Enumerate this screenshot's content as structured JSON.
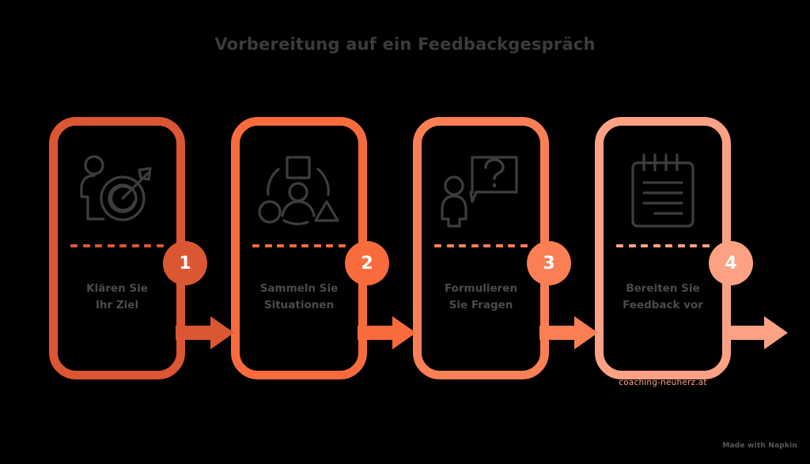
{
  "title": "Vorbereitung auf ein Feedbackgespräch",
  "colors": {
    "background": "#000000",
    "title_text": "#3b3b3b",
    "label_text": "#4a4a4a",
    "icon_stroke": "#3d3d3d",
    "step1": "#db5632",
    "step2": "#f96b3d",
    "step3": "#fb7f54",
    "step4": "#fca184",
    "badge_text": "#ffffff"
  },
  "steps": [
    {
      "number": "1",
      "label": "Klären Sie\nIhr Ziel",
      "label_line1": "Klären Sie",
      "label_line2": "Ihr Ziel",
      "icon": "person-target-arrow-icon",
      "color": "#db5632"
    },
    {
      "number": "2",
      "label": "Sammeln Sie\nSituationen",
      "label_line1": "Sammeln Sie",
      "label_line2": "Situationen",
      "icon": "person-shapes-circle-icon",
      "color": "#f96b3d"
    },
    {
      "number": "3",
      "label": "Formulieren\nSie Fragen",
      "label_line1": "Formulieren",
      "label_line2": "Sie Fragen",
      "icon": "person-question-speech-bubble-icon",
      "color": "#fb7f54"
    },
    {
      "number": "4",
      "label": "Bereiten Sie\nFeedback vor",
      "label_line1": "Bereiten Sie",
      "label_line2": "Feedback vor",
      "icon": "notepad-lines-icon",
      "color": "#fca184"
    }
  ],
  "watermark": {
    "site": "coaching-neuherz.at",
    "brand": "Made with Napkin"
  }
}
